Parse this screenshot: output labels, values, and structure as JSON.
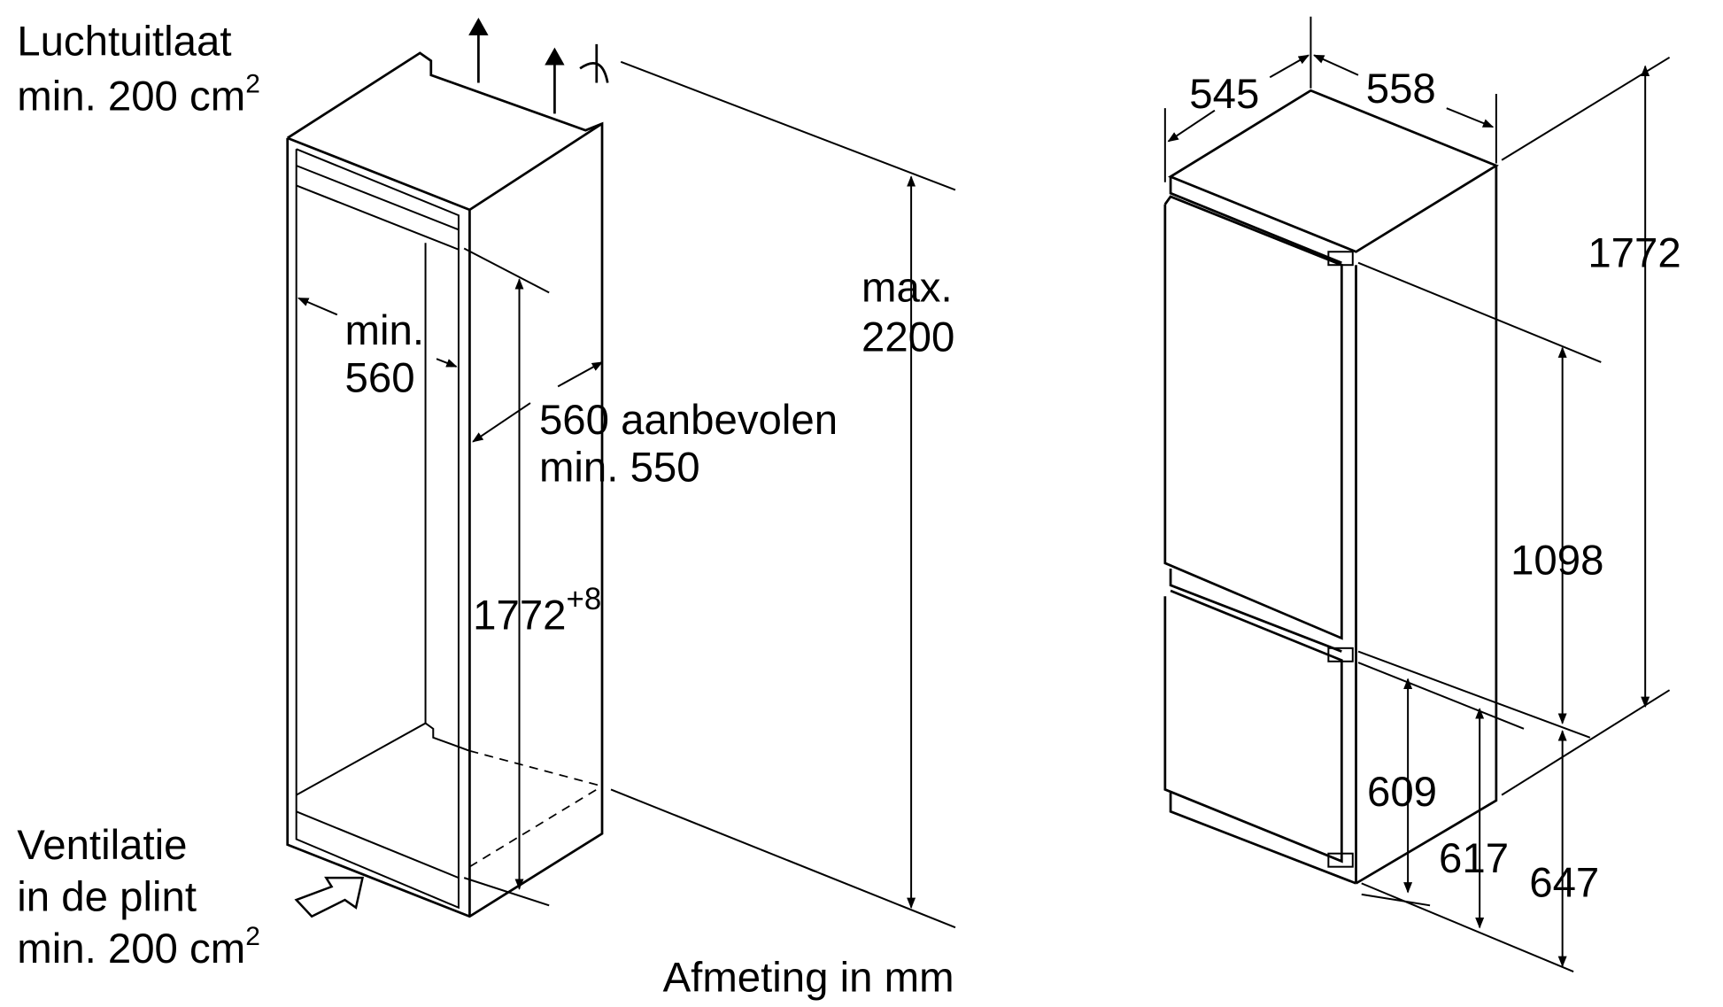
{
  "labels": {
    "air_outlet": "Luchtuitlaat",
    "air_outlet_min": "min. 200 cm",
    "air_outlet_sup": "2",
    "ventilation": "Ventilatie",
    "ventilation_plinth": "in de plint",
    "ventilation_min": "min. 200 cm",
    "ventilation_sup": "2",
    "niche_width_min": "min.",
    "niche_width_val": "560",
    "niche_depth_rec": "560 aanbevolen",
    "niche_depth_min": "min. 550",
    "niche_height": "1772",
    "niche_height_tol": "+8",
    "max_height_label": "max.",
    "max_height_val": "2200",
    "units_note": "Afmeting in mm",
    "appliance_depth": "545",
    "appliance_width": "558",
    "appliance_height": "1772",
    "upper_door": "1098",
    "lower_door": "609",
    "hinge_lower": "617",
    "hinge_upper": "647"
  }
}
